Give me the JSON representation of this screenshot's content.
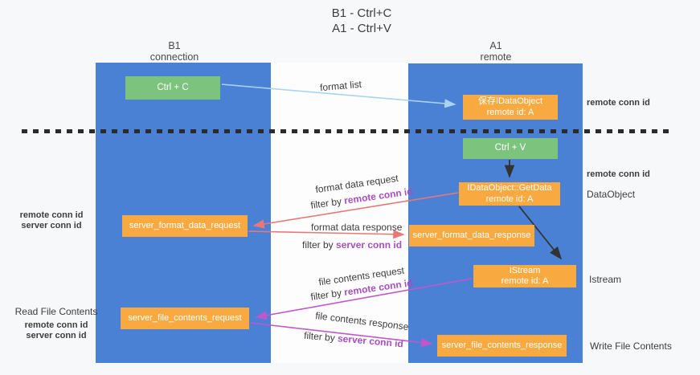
{
  "title": {
    "line1": "B1 - Ctrl+C",
    "line2": "A1 - Ctrl+V"
  },
  "lanes": {
    "left": {
      "name": "B1",
      "role": "connection"
    },
    "right": {
      "name": "A1",
      "role": "remote"
    }
  },
  "boxes": {
    "ctrl_c": {
      "label": "Ctrl + C"
    },
    "store_dataobject": {
      "line1": "保存IDataObject",
      "line2": "remote id: A"
    },
    "ctrl_v": {
      "label": "Ctrl + V"
    },
    "getdata": {
      "line1": "IDataObject::GetData",
      "line2": "remote id: A"
    },
    "format_request": {
      "label": "server_format_data_request"
    },
    "format_response": {
      "label": "server_format_data_response"
    },
    "istream": {
      "line1": "IStream",
      "line2": "remote id: A"
    },
    "file_request": {
      "label": "server_file_contents_request"
    },
    "file_response": {
      "label": "server_file_contents_response"
    }
  },
  "side_labels": {
    "remote_conn_top_right": "remote conn id",
    "remote_conn_mid_right": "remote conn id",
    "dataobject": "DataObject",
    "istream": "Istream",
    "write_file_contents": "Write File Contents",
    "remote_conn_mid_left": "remote conn id",
    "server_conn_mid_left": "server conn id",
    "read_file_contents": "Read File Contents",
    "remote_conn_bottom_left": "remote conn id",
    "server_conn_bottom_left": "server conn id"
  },
  "arrow_labels": {
    "format_list": "format list",
    "format_data_request": "format data request",
    "filter_by_remote_1": {
      "prefix": "filter by ",
      "value": "remote conn id"
    },
    "format_data_response": "format data response",
    "filter_by_server_1": {
      "prefix": "filter by ",
      "value": "server conn id"
    },
    "file_contents_request": "file contents request",
    "filter_by_remote_2": {
      "prefix": "filter by ",
      "value": "remote conn id"
    },
    "file_contents_response": "file contents response",
    "filter_by_server_2": {
      "prefix": "filter by ",
      "value": "server conn id"
    }
  },
  "colors": {
    "background": "#f7f8f9",
    "lane_blue": "#4a81d4",
    "box_green": "#7cc47e",
    "box_orange": "#f8aa41",
    "box_text": "#ffffff",
    "text_dark": "#3d3d3d",
    "purple_text": "#a84fc0",
    "green_text": "#6abf6f",
    "arrow_salmon": "#e87878",
    "arrow_magenta": "#c158c9",
    "arrow_lightblue": "#a9d4f1",
    "arrow_black": "#333333",
    "dashed_line": "#2b2b2b"
  }
}
